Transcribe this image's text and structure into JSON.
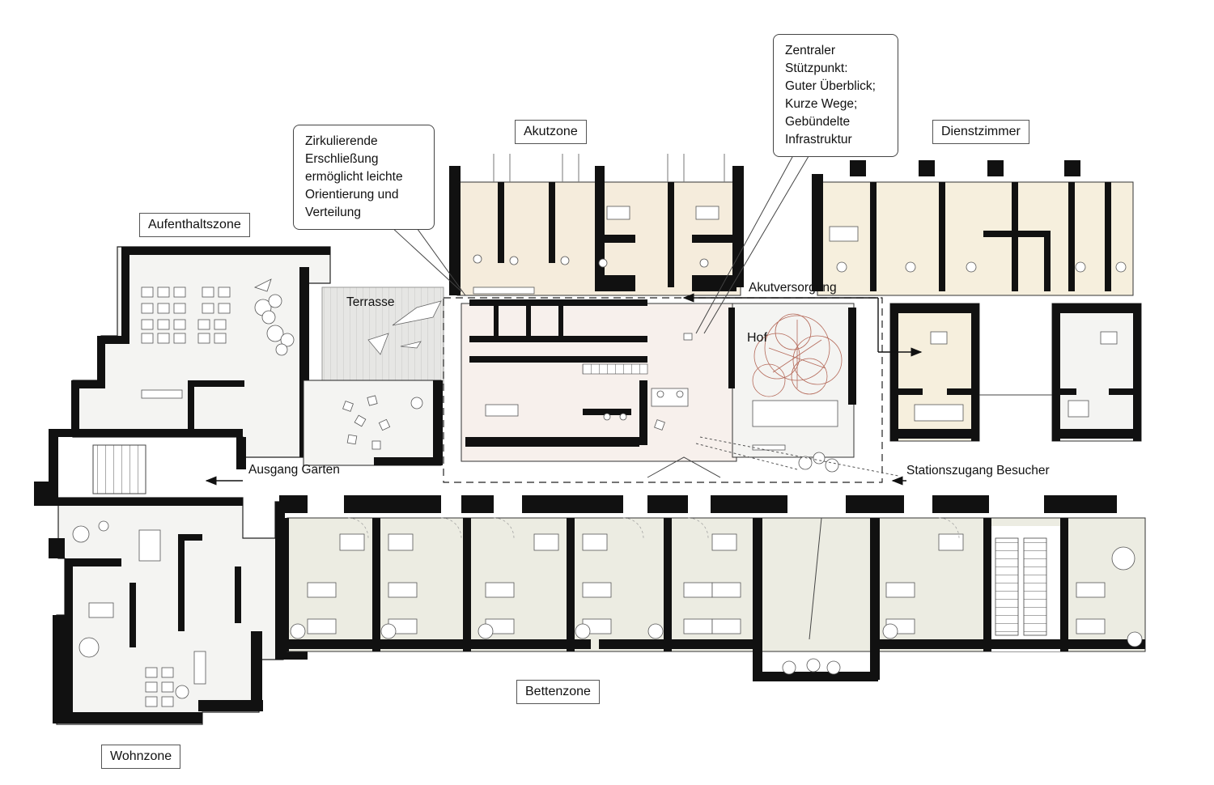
{
  "zones": {
    "aufenthaltszone": "Aufenthaltszone",
    "akutzone": "Akutzone",
    "dienstzimmer": "Dienstzimmer",
    "bettenzone": "Bettenzone",
    "wohnzone": "Wohnzone"
  },
  "spaces": {
    "terrasse": "Terrasse",
    "hof": "Hof"
  },
  "callouts": {
    "erschliessung": [
      "Zirkulierende",
      "Erschließung",
      "ermöglicht leichte",
      "Orientierung und",
      "Verteilung"
    ],
    "stuetzpunkt": [
      "Zentraler",
      "Stützpunkt:",
      "Guter Überblick;",
      "Kurze Wege;",
      "Gebündelte",
      "Infrastruktur"
    ]
  },
  "flows": {
    "akutversorgung": "Akutversorgung",
    "ausgang_garten": "Ausgang Garten",
    "stationszugang": "Stationszugang Besucher"
  },
  "colors": {
    "wall": "#111111",
    "floor": "#f4f4f2",
    "acute_tint": "#f5ecdc",
    "bed_tint": "#ecece2",
    "office_tint": "#f6efdd",
    "hub_tint": "#f7f0ec",
    "tree": "#b56a5a"
  }
}
